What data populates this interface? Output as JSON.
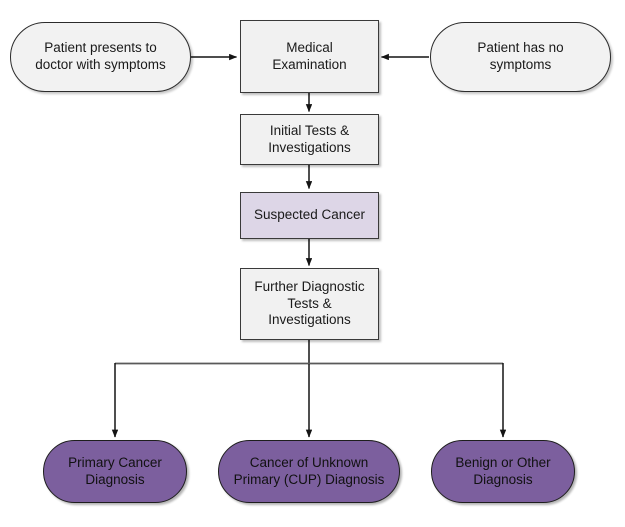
{
  "diagram": {
    "title": "Cancer diagnosis pathway flowchart",
    "colors": {
      "canvas_background": "#ffffff",
      "grey_node_fill": "#f2f2f2",
      "grey_node_border": "#2b2b2b",
      "lavender_node_fill": "#ddd6e7",
      "purple_node_fill": "#7c5f9e",
      "purple_node_border": "#1e1e1e",
      "edge_stroke": "#1a1a1a",
      "branch_stroke": "#555555",
      "text": "#1a1a1a"
    },
    "nodes": {
      "patient_symptoms": {
        "label": "Patient presents to\ndoctor with symptoms",
        "shape": "stadium",
        "style": "grey"
      },
      "patient_no_symptoms": {
        "label": "Patient has no\nsymptoms",
        "shape": "stadium",
        "style": "grey"
      },
      "medical_examination": {
        "label": "Medical\nExamination",
        "shape": "rectangle",
        "style": "grey"
      },
      "initial_tests": {
        "label": "Initial Tests &\nInvestigations",
        "shape": "rectangle",
        "style": "grey"
      },
      "suspected_cancer": {
        "label": "Suspected Cancer",
        "shape": "rectangle",
        "style": "lavender"
      },
      "further_tests": {
        "label": "Further Diagnostic\nTests &\nInvestigations",
        "shape": "rectangle",
        "style": "grey"
      },
      "primary_cancer": {
        "label": "Primary Cancer\nDiagnosis",
        "shape": "stadium",
        "style": "purple"
      },
      "cup_diagnosis": {
        "label": "Cancer of Unknown\nPrimary (CUP) Diagnosis",
        "shape": "stadium",
        "style": "purple"
      },
      "benign_other": {
        "label": "Benign or Other\nDiagnosis",
        "shape": "stadium",
        "style": "purple"
      }
    },
    "edges": [
      {
        "name": "symptoms-to-exam",
        "from": "patient_symptoms",
        "to": "medical_examination",
        "direction": "right",
        "arrow": true
      },
      {
        "name": "no-symptoms-to-exam",
        "from": "patient_no_symptoms",
        "to": "medical_examination",
        "direction": "left",
        "arrow": true
      },
      {
        "name": "exam-to-initial-tests",
        "from": "medical_examination",
        "to": "initial_tests",
        "direction": "down",
        "arrow": true
      },
      {
        "name": "initial-tests-to-suspected",
        "from": "initial_tests",
        "to": "suspected_cancer",
        "direction": "down",
        "arrow": true
      },
      {
        "name": "suspected-to-further-tests",
        "from": "suspected_cancer",
        "to": "further_tests",
        "direction": "down",
        "arrow": true
      },
      {
        "name": "further-tests-to-primary",
        "from": "further_tests",
        "to": "primary_cancer",
        "direction": "down-branch-left",
        "arrow": true
      },
      {
        "name": "further-tests-to-cup",
        "from": "further_tests",
        "to": "cup_diagnosis",
        "direction": "down",
        "arrow": true
      },
      {
        "name": "further-tests-to-benign",
        "from": "further_tests",
        "to": "benign_other",
        "direction": "down-branch-right",
        "arrow": true
      }
    ]
  }
}
